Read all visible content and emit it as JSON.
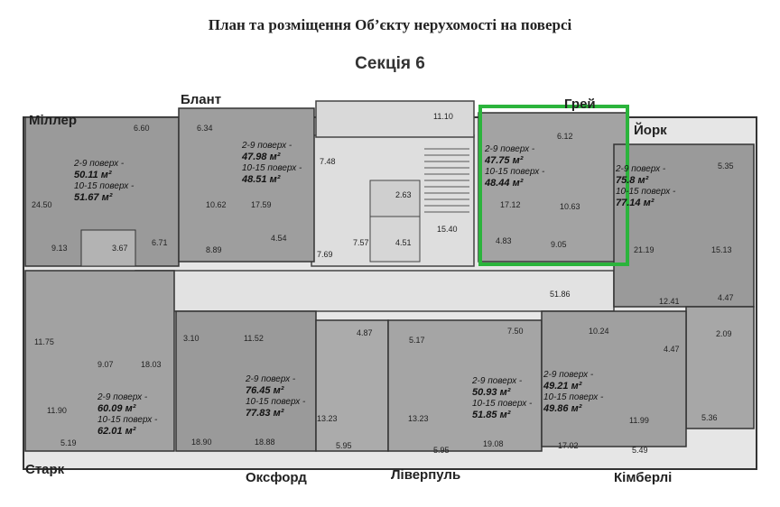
{
  "header": {
    "title": "План та розміщення Об’єкту нерухомості на поверсі",
    "section": "Секція 6"
  },
  "apartments": [
    {
      "name": "Міллер",
      "floors_a": "2-9 поверх -",
      "area_a": "50.11 м²",
      "floors_b": "10-15 поверх -",
      "area_b": "51.67 м²",
      "rooms": [
        "6.60",
        "24.50",
        "9.13",
        "3.67",
        "6.71"
      ]
    },
    {
      "name": "Блант",
      "floors_a": "2-9 поверх -",
      "area_a": "47.98 м²",
      "floors_b": "10-15 поверх -",
      "area_b": "48.51 м²",
      "rooms": [
        "6.34",
        "10.62",
        "8.89",
        "17.59",
        "4.54"
      ]
    },
    {
      "name": "Грей",
      "floors_a": "2-9 поверх -",
      "area_a": "47.75 м²",
      "floors_b": "10-15 поверх -",
      "area_b": "48.44 м²",
      "rooms": [
        "6.12",
        "17.12",
        "10.63",
        "4.83",
        "9.05"
      ]
    },
    {
      "name": "Йорк",
      "floors_a": "2-9 поверх -",
      "area_a": "75.8 м²",
      "floors_b": "10-15 поверх -",
      "area_b": "77.14 м²",
      "rooms": [
        "5.35",
        "21.19",
        "15.13",
        "4.47",
        "12.41",
        "2.09",
        "4.47"
      ]
    },
    {
      "name": "Старк",
      "floors_a": "2-9 поверх -",
      "area_a": "60.09 м²",
      "floors_b": "10-15 поверх -",
      "area_b": "62.01 м²",
      "rooms": [
        "11.75",
        "9.07",
        "18.03",
        "11.90",
        "5.19"
      ]
    },
    {
      "name": "Оксфорд",
      "floors_a": "2-9 поверх -",
      "area_a": "76.45 м²",
      "floors_b": "10-15 поверх -",
      "area_b": "77.83 м²",
      "rooms": [
        "3.10",
        "11.52",
        "18.90",
        "18.88",
        "4.87",
        "13.23"
      ]
    },
    {
      "name": "Ліверпуль",
      "floors_a": "2-9 поверх -",
      "area_a": "50.93 м²",
      "floors_b": "10-15 поверх -",
      "area_b": "51.85 м²",
      "rooms": [
        "5.17",
        "7.50",
        "13.23",
        "5.95",
        "5.95",
        "19.08"
      ]
    },
    {
      "name": "Кімберлі",
      "floors_a": "2-9 поверх -",
      "area_a": "49.21 м²",
      "floors_b": "10-15 поверх -",
      "area_b": "49.86 м²",
      "rooms": [
        "10.24",
        "17.02",
        "11.99",
        "5.49",
        "5.36"
      ]
    }
  ],
  "common_areas": [
    "11.10",
    "7.48",
    "2.63",
    "7.57",
    "4.51",
    "15.40",
    "7.69",
    "51.86"
  ],
  "colors": {
    "highlight": "#2bb43c",
    "apartment_fill": "#9a9a9a",
    "common_fill": "#d6d6d6",
    "wall": "#3a3a3a"
  }
}
